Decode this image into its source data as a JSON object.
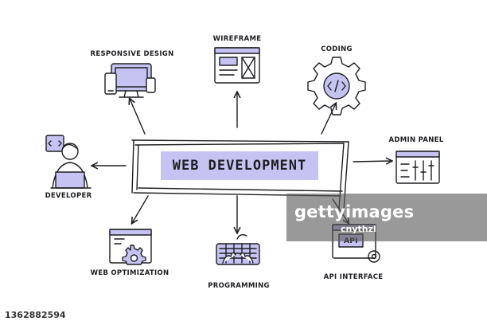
{
  "diagram": {
    "title": "WEB DEVELOPMENT",
    "nodes": [
      {
        "id": "responsive",
        "label": "RESPONSIVE DESIGN",
        "icon": "devices-icon"
      },
      {
        "id": "wireframe",
        "label": "WIREFRAME",
        "icon": "wireframe-icon"
      },
      {
        "id": "coding",
        "label": "CODING",
        "icon": "gear-code-icon"
      },
      {
        "id": "admin",
        "label": "ADMIN PANEL",
        "icon": "admin-panel-icon"
      },
      {
        "id": "developer",
        "label": "DEVELOPER",
        "icon": "developer-icon"
      },
      {
        "id": "optimization",
        "label": "WEB OPTIMIZATION",
        "icon": "web-optimization-icon"
      },
      {
        "id": "programming",
        "label": "PROGRAMMING",
        "icon": "keyboard-icon"
      },
      {
        "id": "api",
        "label": "API INTERFACE",
        "icon": "api-interface-icon"
      }
    ],
    "api_badge": "API"
  },
  "colors": {
    "accent": "#c6c3f2",
    "ink": "#1e1e22"
  },
  "watermark": {
    "logo": "gettyimages",
    "credit": "cnythzl"
  },
  "footer": {
    "stock_id": "1362882594"
  }
}
